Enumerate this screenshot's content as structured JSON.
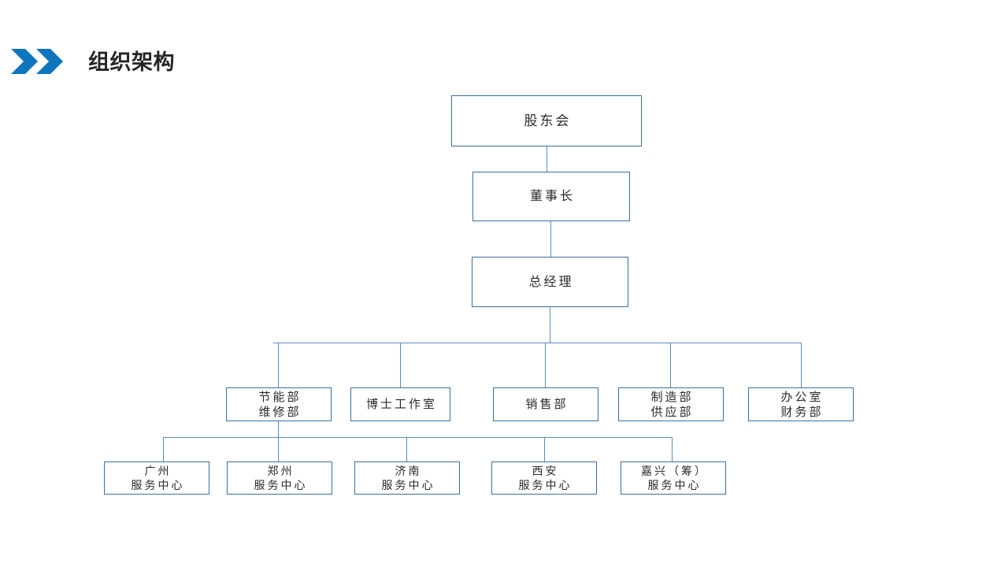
{
  "header": {
    "title": "组织架构",
    "icon_left": "chevron-right-icon",
    "icon_right": "chevron-right-icon",
    "accent_color": "#0F75BC"
  },
  "chart_data": {
    "type": "diagram",
    "title": "组织架构",
    "border_color": "#3E6E9E",
    "connector_color": "#5B8DB8",
    "levels": [
      {
        "name": "shareholders",
        "nodes": [
          {
            "id": "n-gudonghui",
            "lines": [
              "股东会"
            ]
          }
        ]
      },
      {
        "name": "chairman",
        "nodes": [
          {
            "id": "n-dongshizhang",
            "lines": [
              "董事长"
            ]
          }
        ]
      },
      {
        "name": "general-manager",
        "nodes": [
          {
            "id": "n-zongjingli",
            "lines": [
              "总经理"
            ]
          }
        ]
      },
      {
        "name": "departments",
        "nodes": [
          {
            "id": "n-jienengbu",
            "lines": [
              "节能部",
              "维修部"
            ]
          },
          {
            "id": "n-boshigongzuoshi",
            "lines": [
              "博士工作室"
            ]
          },
          {
            "id": "n-xiaoshoubu",
            "lines": [
              "销售部"
            ]
          },
          {
            "id": "n-zhizaobu",
            "lines": [
              "制造部",
              "供应部"
            ]
          },
          {
            "id": "n-bangongshi",
            "lines": [
              "办公室",
              "财务部"
            ]
          }
        ]
      },
      {
        "name": "service-centers",
        "nodes": [
          {
            "id": "n-guangzhou",
            "lines": [
              "广州",
              "服务中心"
            ]
          },
          {
            "id": "n-zhengzhou",
            "lines": [
              "郑州",
              "服务中心"
            ]
          },
          {
            "id": "n-jinan",
            "lines": [
              "济南",
              "服务中心"
            ]
          },
          {
            "id": "n-xian",
            "lines": [
              "西安",
              "服务中心"
            ]
          },
          {
            "id": "n-jiaxing",
            "lines": [
              "嘉兴（筹）",
              "服务中心"
            ]
          }
        ]
      }
    ],
    "edges": [
      {
        "from": "n-gudonghui",
        "to": "n-dongshizhang"
      },
      {
        "from": "n-dongshizhang",
        "to": "n-zongjingli"
      },
      {
        "from": "n-zongjingli",
        "to": "n-jienengbu"
      },
      {
        "from": "n-zongjingli",
        "to": "n-boshigongzuoshi"
      },
      {
        "from": "n-zongjingli",
        "to": "n-xiaoshoubu"
      },
      {
        "from": "n-zongjingli",
        "to": "n-zhizaobu"
      },
      {
        "from": "n-zongjingli",
        "to": "n-bangongshi"
      },
      {
        "from": "n-jienengbu",
        "to": "n-guangzhou"
      },
      {
        "from": "n-jienengbu",
        "to": "n-zhengzhou"
      },
      {
        "from": "n-jienengbu",
        "to": "n-jinan"
      },
      {
        "from": "n-jienengbu",
        "to": "n-xian"
      },
      {
        "from": "n-jienengbu",
        "to": "n-jiaxing"
      }
    ]
  }
}
